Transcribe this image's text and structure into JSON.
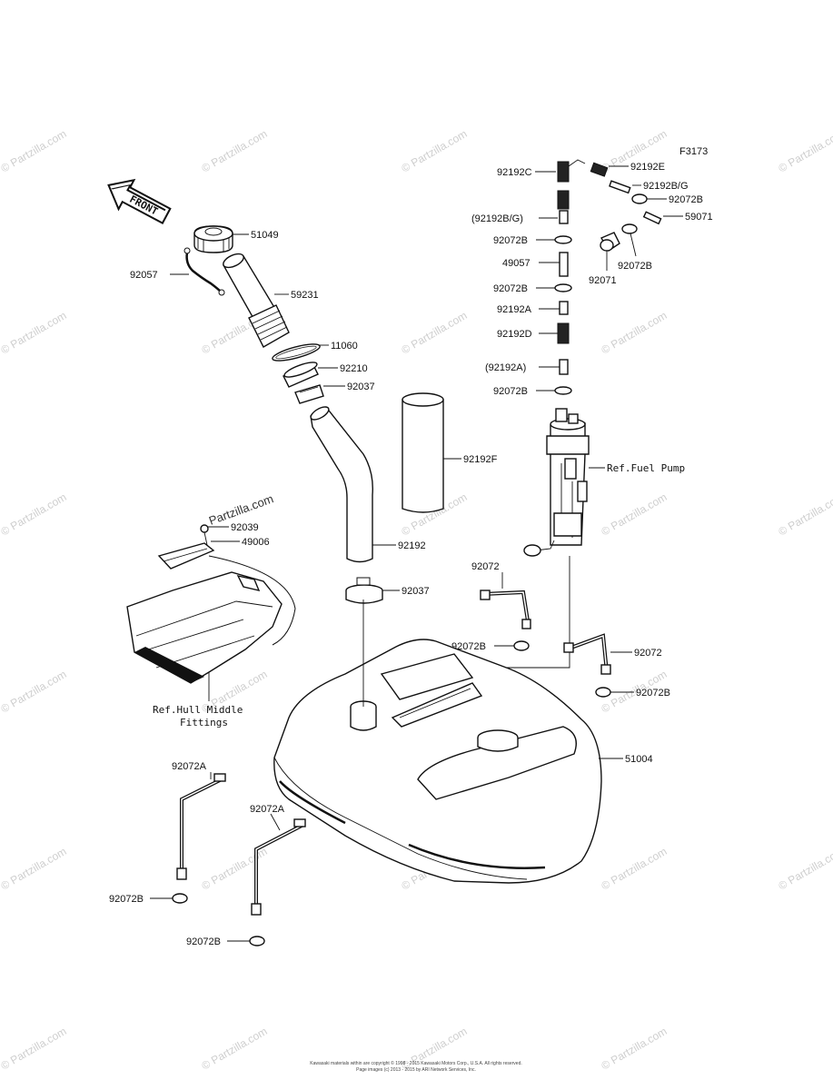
{
  "figure_code": "F3173",
  "front_label": "FRONT",
  "watermark": "© Partzilla.com",
  "stamp": "Partzilla.com",
  "refs": {
    "fuel_pump": "Ref.Fuel Pump",
    "hull_line1": "Ref.Hull Middle",
    "hull_line2": "Fittings"
  },
  "labels": {
    "p51049": "51049",
    "p92057": "92057",
    "p59231": "59231",
    "p11060": "11060",
    "p92210": "92210",
    "p92037a": "92037",
    "p92192f": "92192F",
    "p92039": "92039",
    "p49006": "49006",
    "p92192": "92192",
    "p92037b": "92037",
    "p92192c": "92192C",
    "p92192e": "92192E",
    "p92192bg": "92192B/G",
    "p92072b_top": "92072B",
    "p59071": "59071",
    "p92192bg_paren": "(92192B/G)",
    "p92072b_1": "92072B",
    "p49057": "49057",
    "p92072b_right": "92072B",
    "p92071": "92071",
    "p92072b_2": "92072B",
    "p92192a": "92192A",
    "p92192d": "92192D",
    "p92192a_paren": "(92192A)",
    "p92072b_3": "92072B",
    "p92072_left": "92072",
    "p92072b_mid": "92072B",
    "p92072_right": "92072",
    "p92072b_far": "92072B",
    "p51004": "51004",
    "p92072a_1": "92072A",
    "p92072a_2": "92072A",
    "p92072b_bl1": "92072B",
    "p92072b_bl2": "92072B"
  },
  "footer": {
    "line1": "Kawasaki materials within are copyright © 1998 - 2015 Kawasaki Motors Corp., U.S.A. All rights reserved.",
    "line2": "Page images (c) 2013 - 2015 by ARI Network Services, Inc."
  }
}
